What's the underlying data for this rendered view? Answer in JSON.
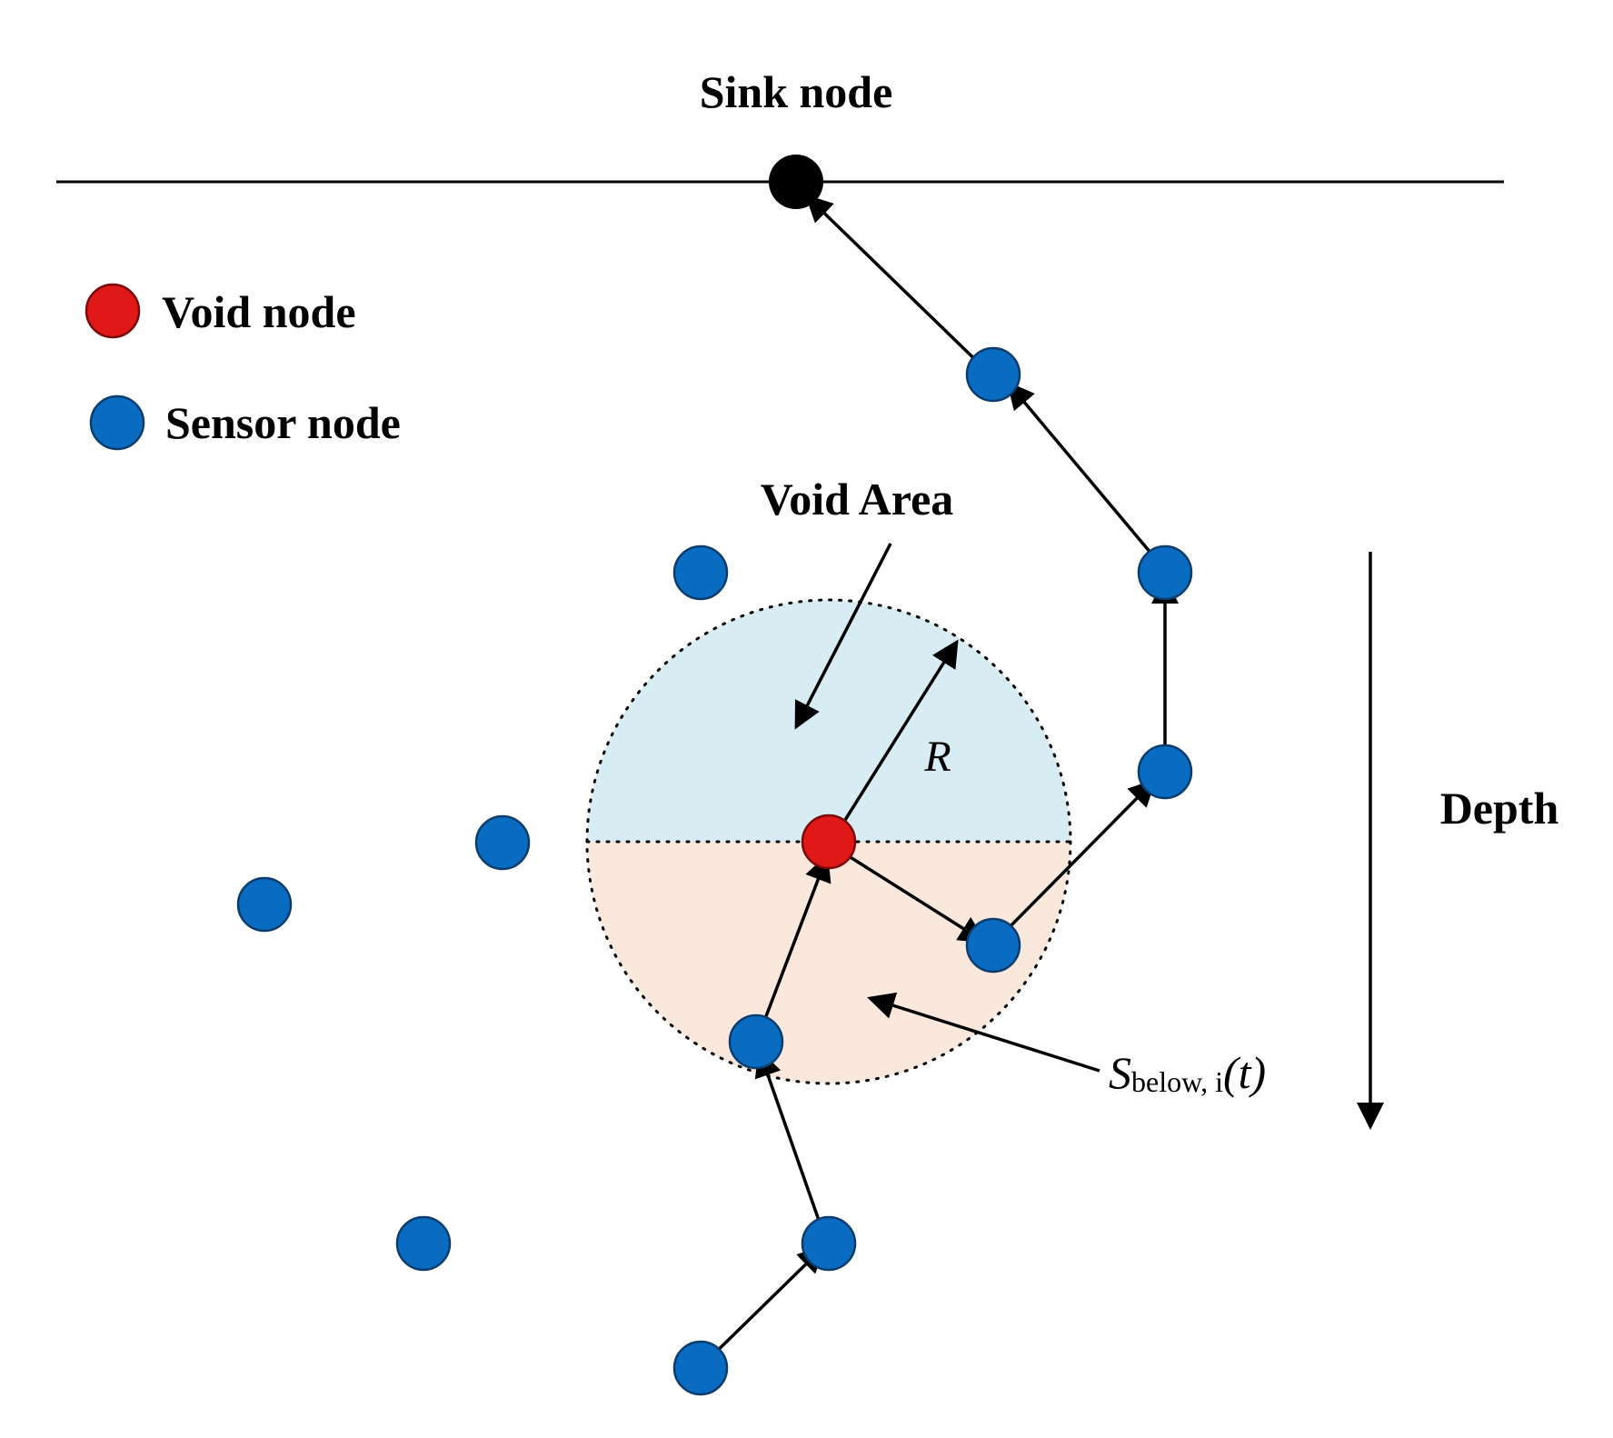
{
  "labels": {
    "sink": "Sink node",
    "void_area": "Void Area",
    "radius": "R",
    "depth": "Depth",
    "below_main": "S",
    "below_sub": "below, i",
    "below_arg": "(t)"
  },
  "legend": {
    "void_node": "Void node",
    "sensor_node": "Sensor node"
  },
  "colors": {
    "sensor": "#0a6cc0",
    "void": "#e01818",
    "sink": "#000000",
    "upper_half": "#d7ecf3",
    "lower_half": "#fbe8dc"
  }
}
